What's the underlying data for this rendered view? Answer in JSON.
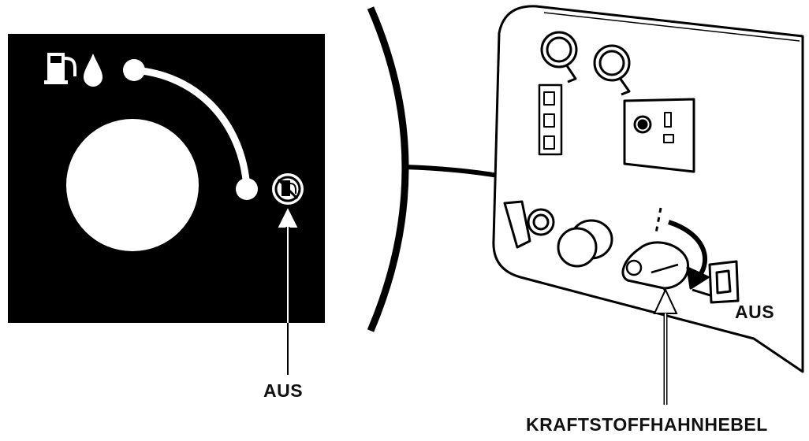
{
  "labels": {
    "off_dial": "AUS",
    "off_panel": "AUS",
    "fuel_valve_lever": "KRAFTSTOFFHAHNHEBEL"
  },
  "symbols": {
    "on_position": "fuel-pump-and-drop-icon",
    "off_position": "crossed-fuel-pump-icon"
  },
  "colors": {
    "ink": "#111111",
    "panel_black": "#000000",
    "paper": "#ffffff"
  }
}
